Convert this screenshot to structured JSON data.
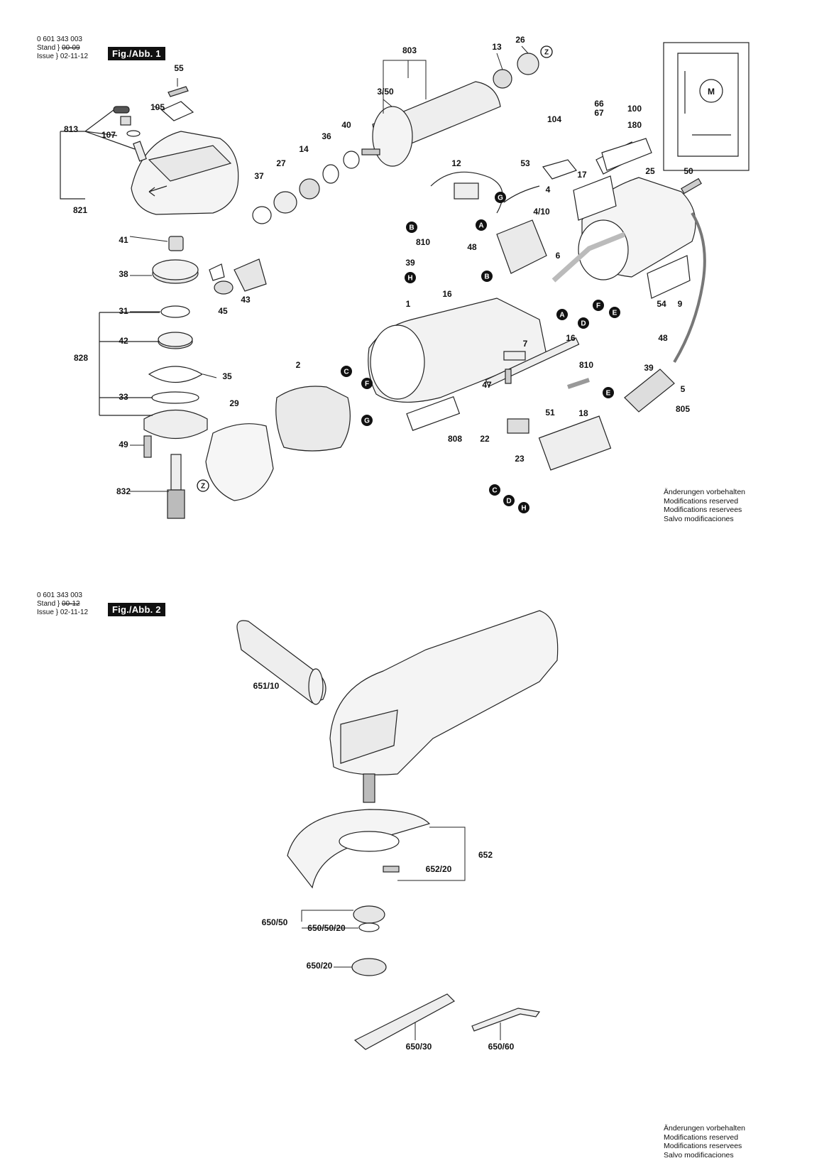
{
  "sheets": [
    {
      "part_number": "0 601 343 003",
      "stand_label": "Stand",
      "stand_value": "00-09",
      "issue_label": "Issue",
      "issue_value": "02-11-12",
      "figure": "Fig./Abb. 1"
    },
    {
      "part_number": "0 601 343 003",
      "stand_label": "Stand",
      "stand_value": "00-12",
      "issue_label": "Issue",
      "issue_value": "02-11-12",
      "figure": "Fig./Abb. 2"
    }
  ],
  "notice_lines": [
    "Änderungen vorbehalten",
    "Modifications reserved",
    "Modifications reservees",
    "Salvo modificaciones"
  ],
  "fig1_labels": [
    "55",
    "105",
    "813",
    "107",
    "821",
    "41",
    "38",
    "31",
    "42",
    "828",
    "35",
    "33",
    "49",
    "832",
    "29",
    "2",
    "37",
    "27",
    "14",
    "36",
    "40",
    "45",
    "43",
    "803",
    "13",
    "26",
    "3/50",
    "12",
    "53",
    "4",
    "4/10",
    "104",
    "66",
    "67",
    "100",
    "180",
    "17",
    "25",
    "50",
    "810",
    "39",
    "48",
    "16",
    "1",
    "6",
    "54",
    "9",
    "48",
    "16",
    "7",
    "47",
    "810",
    "39",
    "18",
    "5",
    "805",
    "808",
    "22",
    "51",
    "23"
  ],
  "fig1_connectors": [
    "Z",
    "Z",
    "A",
    "A",
    "B",
    "B",
    "C",
    "C",
    "D",
    "D",
    "E",
    "E",
    "F",
    "F",
    "G",
    "G",
    "H",
    "H"
  ],
  "fig1_motor_symbol": "M",
  "fig2_labels": [
    "651/10",
    "652",
    "652/20",
    "650/50",
    "650/50/20",
    "650/20",
    "650/30",
    "650/60"
  ]
}
